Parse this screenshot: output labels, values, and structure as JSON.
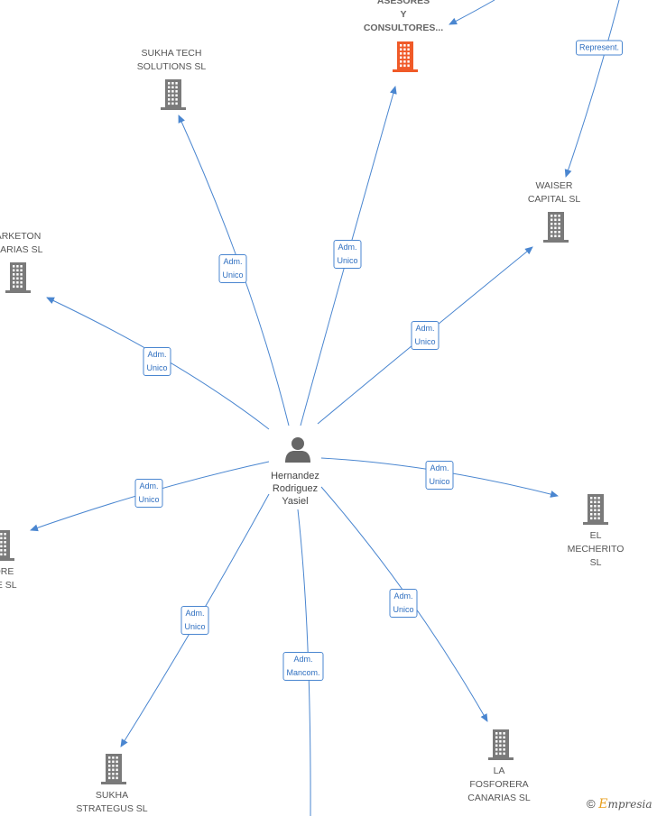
{
  "colors": {
    "edge": "#4a86d0",
    "company_icon": "#7a7a7a",
    "main_company_icon": "#f05a28",
    "person_icon": "#666666"
  },
  "center": {
    "name": "Hernandez\nRodriguez\nYasiel",
    "icon": "person-icon"
  },
  "nodes": [
    {
      "id": "asesores",
      "name": "ASESORES\nY\nCONSULTORES...",
      "main": true
    },
    {
      "id": "sukha-tech",
      "name": "SUKHA TECH\nSOLUTIONS  SL"
    },
    {
      "id": "waiser",
      "name": "WAISER\nCAPITAL  SL"
    },
    {
      "id": "marketon",
      "name": "ARKETON\nNARIAS  SL"
    },
    {
      "id": "mecherito",
      "name": "EL\nMECHERITO  SL"
    },
    {
      "id": "left-bottom",
      "name": "ORE\nFE  SL"
    },
    {
      "id": "sukha-strategus",
      "name": "SUKHA\nSTRATEGUS  SL"
    },
    {
      "id": "fosforera",
      "name": "LA\nFOSFORERA\nCANARIAS  SL"
    }
  ],
  "edges": [
    {
      "to": "asesores",
      "label": "Adm.\nUnico"
    },
    {
      "to": "sukha-tech",
      "label": "Adm.\nUnico"
    },
    {
      "to": "waiser",
      "label": "Adm.\nUnico"
    },
    {
      "to": "marketon",
      "label": "Adm.\nUnico"
    },
    {
      "to": "mecherito",
      "label": "Adm.\nUnico"
    },
    {
      "to": "left-bottom",
      "label": "Adm.\nUnico"
    },
    {
      "to": "sukha-strategus",
      "label": "Adm.\nUnico"
    },
    {
      "to": "fosforera",
      "label": "Adm.\nUnico"
    },
    {
      "to": "offscreen-bottom",
      "label": "Adm.\nMancom."
    },
    {
      "from": "offscreen-top-right",
      "to": "waiser",
      "label": "Represent."
    }
  ],
  "footer": {
    "copyright": "©",
    "brand_initial": "E",
    "brand_rest": "mpresia"
  }
}
